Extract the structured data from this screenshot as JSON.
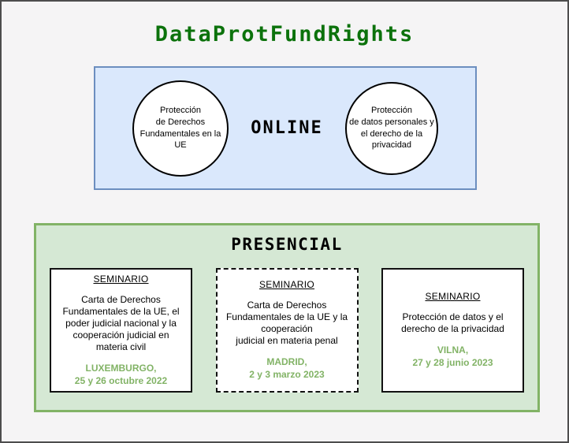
{
  "title": "DataProtFundRights",
  "online_section": {
    "label": "ONLINE",
    "circle_left_text": "Protección\nde Derechos\nFundamentales en la\nUE",
    "circle_right_text": "Protección\nde datos personales y\nel derecho de la\nprivacidad"
  },
  "presencial_section": {
    "label": "PRESENCIAL",
    "seminars": [
      {
        "heading": "SEMINARIO",
        "description": "Carta de Derechos\nFundamentales de la UE, el\npoder judicial nacional y la\ncooperación judicial en\nmateria civil",
        "location": "LUXEMBURGO,\n25 y 26 octubre 2022",
        "border_style": "solid"
      },
      {
        "heading": "SEMINARIO",
        "description": "Carta de Derechos\nFundamentales de la UE y la\ncooperación\njudicial en materia penal",
        "location": "MADRID,\n2 y 3 marzo 2023",
        "border_style": "dashed"
      },
      {
        "heading": "SEMINARIO",
        "description": "Protección de datos y el\nderecho de la privacidad",
        "location": "VILNA,\n27 y 28 junio 2023",
        "border_style": "solid"
      }
    ]
  },
  "colors": {
    "title_green": "#0c720c",
    "online_fill": "#dae8fc",
    "online_border": "#6c8ebf",
    "presencial_fill": "#d5e8d4",
    "presencial_border": "#82b366",
    "location_green": "#82b366",
    "page_background": "#f5f4f5",
    "outer_border": "#4d4d4d"
  }
}
